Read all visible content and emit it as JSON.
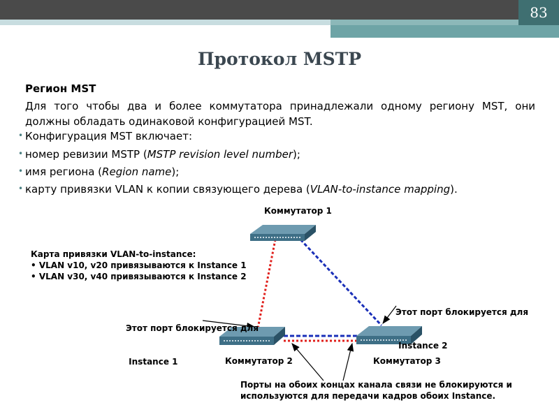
{
  "slide": {
    "page_number": "83",
    "title": "Протокол MSTP",
    "subheading": "Регион MST",
    "intro": "Для того чтобы два и более коммутатора принадлежали одному региону MST, они должны обладать одинаковой конфигурацией MST.",
    "bullets": [
      {
        "pre": "Конфигурация MST включает:",
        "em": "",
        "post": ""
      },
      {
        "pre": "номер ревизии MSTP (",
        "em": "MSTP revision level number",
        "post": ");"
      },
      {
        "pre": "имя региона (",
        "em": "Region name",
        "post": ");"
      },
      {
        "pre": "карту привязки VLAN к копии связующего дерева (",
        "em": "VLAN-to-instance mapping",
        "post": ")."
      }
    ]
  },
  "diagram": {
    "switch1_label": "Коммутатор 1",
    "switch2_label": "Коммутатор 2",
    "switch3_label": "Коммутатор 3",
    "mapping_title": "Карта привязки VLAN-to-instance:",
    "mapping_lines": [
      "• VLAN v10, v20 привязываются к Instance 1",
      "• VLAN v30, v40 привязываются к Instance 2"
    ],
    "blocked1_lines": [
      "Этот порт блокируется для",
      " Instance 1"
    ],
    "blocked2_lines": [
      "Этот порт блокируется для",
      " Instance 2"
    ],
    "bottom_note_lines": [
      "Порты на обоих концах канала связи не блокируются и",
      "используются для передачи кадров обоих Instance."
    ],
    "colors": {
      "instance1": "#e0201c",
      "instance2": "#1a2fb8",
      "switch": "#3e6f86"
    }
  }
}
